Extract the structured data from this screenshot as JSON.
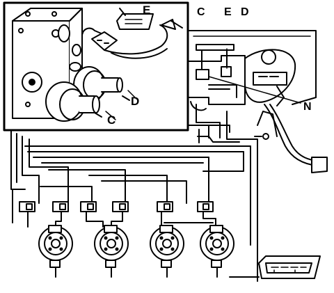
{
  "labels": {
    "inset_e": "E",
    "inset_d": "D",
    "inset_c": "C",
    "main_c": "C",
    "main_e": "E",
    "main_d": "D",
    "main_n": "N"
  },
  "colors": {
    "line": "#000000",
    "background": "#ffffff"
  }
}
